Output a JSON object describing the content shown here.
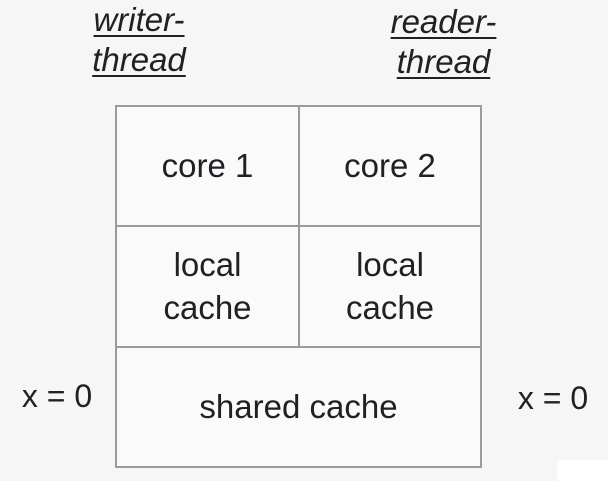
{
  "colors": {
    "page-bg": "#f6f6f7",
    "cell-bg": "#fafafb",
    "border": "#9b9b9f",
    "ink": "#202124",
    "patch": "#ffffff"
  },
  "labels": {
    "writer_thread": "writer-thread",
    "reader_thread": "reader-thread",
    "x_left": "x = 0",
    "x_right": "x = 0"
  },
  "cache_table": {
    "core1": "core 1",
    "core2": "core 2",
    "local1": "local cache",
    "local2": "local cache",
    "shared": "shared cache"
  }
}
